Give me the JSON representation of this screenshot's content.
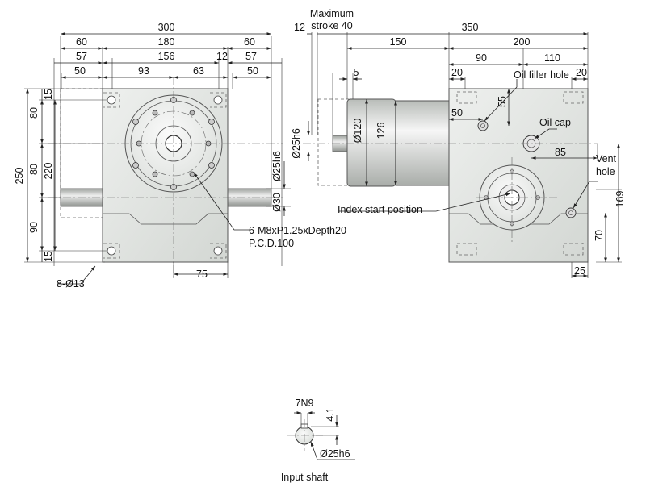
{
  "front_view": {
    "dims": {
      "overall_width": "300",
      "left_shaft": "60",
      "body_width": "180",
      "right_shaft": "60",
      "left_57": "57",
      "mid_156": "156",
      "gap_12": "12",
      "right_57": "57",
      "left_50": "50",
      "dim_93": "93",
      "dim_63": "63",
      "right_50": "50",
      "top_15": "15",
      "height_80a": "80",
      "height_80b": "80",
      "height_220": "220",
      "height_250": "250",
      "height_90": "90",
      "bottom_15": "15",
      "shaft_dia_25h6": "Ø25h6",
      "shaft_dia_30": "Ø30",
      "bottom_75": "75"
    },
    "labels": {
      "bolt_holes": "8-Ø13",
      "thread_spec": "6-M8xP1.25xDepth20",
      "pcd": "P.C.D.100"
    }
  },
  "side_view": {
    "dims": {
      "stroke_label_line1": "Maximum",
      "stroke_label_line2": "stroke 40",
      "dim_12": "12",
      "dim_350": "350",
      "dim_150": "150",
      "dim_200": "200",
      "dim_90": "90",
      "dim_110": "110",
      "dim_5": "5",
      "left_20": "20",
      "right_20": "20",
      "dim_55": "55",
      "dim_50": "50",
      "dia_120": "Ø120",
      "dim_126": "126",
      "dia_25h6": "Ø25h6",
      "dim_85": "85",
      "dim_169": "169",
      "dim_70": "70",
      "dim_25": "25"
    },
    "labels": {
      "oil_filler": "Oil filler hole",
      "oil_cap": "Oil cap",
      "vent_line1": "Vent",
      "vent_line2": "hole",
      "index_start": "Index start position"
    }
  },
  "input_shaft": {
    "keyway": "7N9",
    "depth": "4.1",
    "diameter": "Ø25h6",
    "caption": "Input shaft"
  },
  "colors": {
    "body_fill": "#e2e5e2",
    "line": "#222222"
  }
}
